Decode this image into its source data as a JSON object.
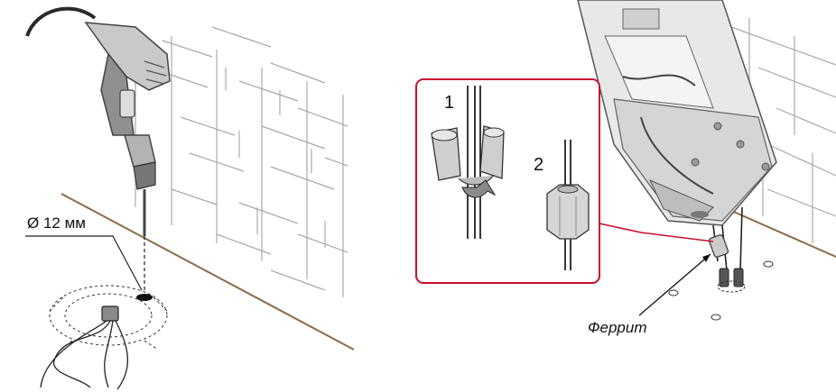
{
  "labels": {
    "drill_diameter": "Ø 12 мм",
    "step_one": "1",
    "step_two": "2",
    "ferrite": "Феррит"
  },
  "colors": {
    "callout_red": "#c8102e",
    "floor_brown": "#8b6b4a",
    "wall_line": "#a9a9a9",
    "tool_gray": "#9a9a9a"
  }
}
